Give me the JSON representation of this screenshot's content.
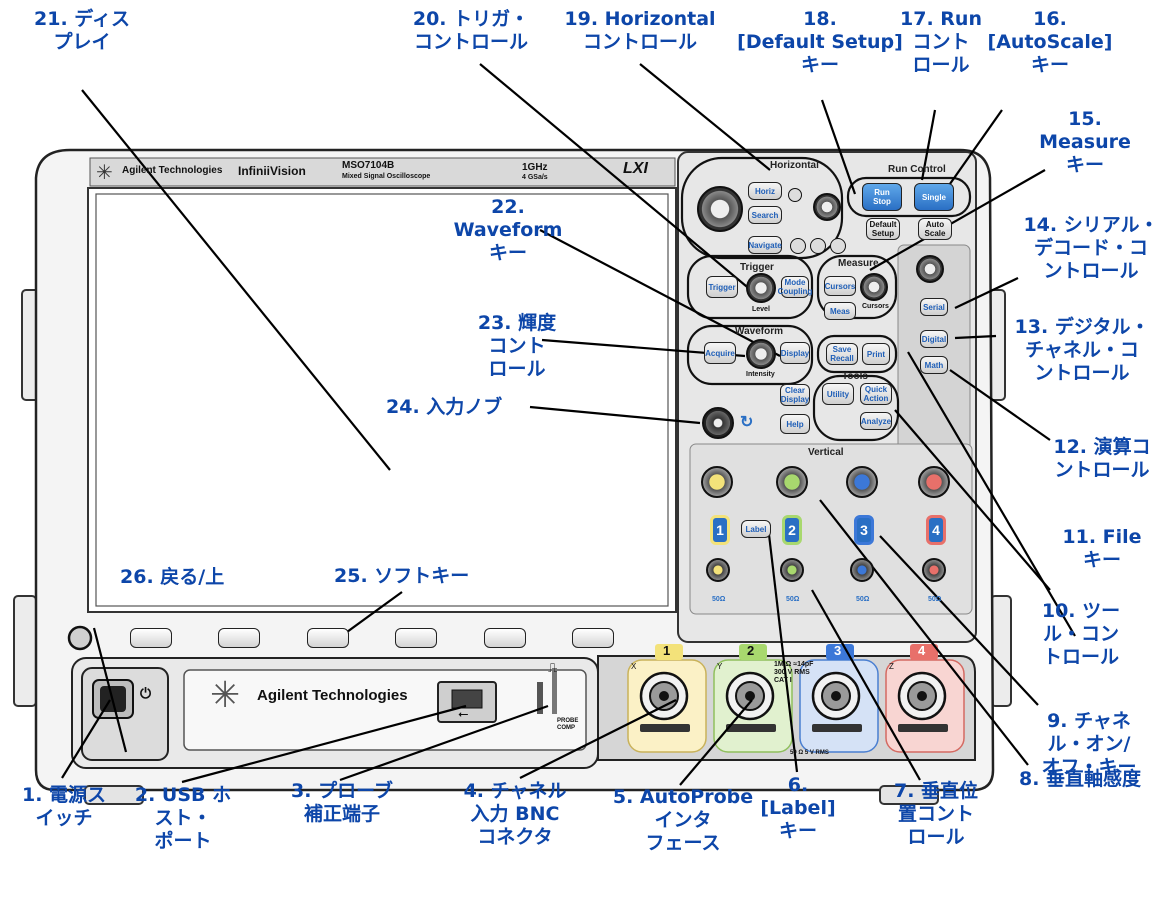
{
  "panel": {
    "brand_top": "Agilent Technologies",
    "product": "InfiniiVision",
    "model": "MSO7104B",
    "model_sub": "Mixed Signal Oscilloscope",
    "bandwidth": "1GHz",
    "sample_rate": "4 GSa/s",
    "lxi": "LXI",
    "brand_bottom": "Agilent Technologies",
    "probe_comp": "PROBE\nCOMP",
    "input_spec": "1M Ω ≈14pF\n300 V RMS\nCAT I",
    "input_spec2": "50 Ω 5 V RMS",
    "fifty_ohm": "50Ω",
    "sections": {
      "horizontal": "Horizontal",
      "run_control": "Run Control",
      "trigger": "Trigger",
      "measure": "Measure",
      "waveform": "Waveform",
      "tools": "Tools",
      "vertical": "Vertical",
      "level": "Level",
      "cursors": "Cursors",
      "intensity": "Intensity"
    },
    "keys": {
      "horiz": "Horiz",
      "search": "Search",
      "navigate": "Navigate",
      "run_stop": "Run\nStop",
      "single": "Single",
      "default_setup": "Default\nSetup",
      "auto_scale": "Auto\nScale",
      "trigger": "Trigger",
      "mode_coupling": "Mode\nCoupling",
      "cursors": "Cursors",
      "meas": "Meas",
      "serial": "Serial",
      "digital": "Digital",
      "math": "Math",
      "acquire": "Acquire",
      "display": "Display",
      "save_recall": "Save\nRecall",
      "print": "Print",
      "clear_display": "Clear\nDisplay",
      "utility": "Utility",
      "quick_action": "Quick\nAction",
      "analyze": "Analyze",
      "help": "Help",
      "label": "Label"
    },
    "channels": [
      "1",
      "2",
      "3",
      "4"
    ],
    "bnc_letters": [
      "X",
      "Y",
      "",
      "Z"
    ],
    "colors": {
      "ch1": "#f3e27a",
      "ch2": "#a8d86e",
      "ch3": "#3c78d8",
      "ch4": "#e8706a",
      "accent": "#0d46a9"
    }
  },
  "callouts": {
    "c1": "1. 電源ス\nイッチ",
    "c2": "2. USB ホ\nスト・\nポート",
    "c3": "3. プローブ\n補正端子",
    "c4": "4. チャネル\n入力 BNC\nコネクタ",
    "c5": "5. AutoProbe\nインタ\nフェース",
    "c6": "6. [Label]\nキー",
    "c7": "7. 垂直位\n置コント\nロール",
    "c8": "8. 垂直軸感度",
    "c9": "9. チャネ\nル・オン/\nオフ・キー",
    "c10": "10. ツー\nル・コン\nトロール",
    "c11": "11. File\nキー",
    "c12": "12. 演算コ\nントロール",
    "c13": "13. デジタル・\nチャネル・コ\nントロール",
    "c14": "14. シリアル・\nデコード・コ\nントロール",
    "c15": "15.\nMeasure\nキー",
    "c16": "16.\n[AutoScale]\nキー",
    "c17": "17. Run\nコント\nロール",
    "c18": "18.\n[Default Setup]\nキー",
    "c19": "19. Horizontal\nコントロール",
    "c20": "20. トリガ・\nコントロール",
    "c21": "21. ディス\nプレイ",
    "c22": "22.\nWaveform\nキー",
    "c23": "23. 輝度\nコント\nロール",
    "c24": "24. 入力ノブ",
    "c25": "25. ソフトキー",
    "c26": "26. 戻る/上"
  }
}
